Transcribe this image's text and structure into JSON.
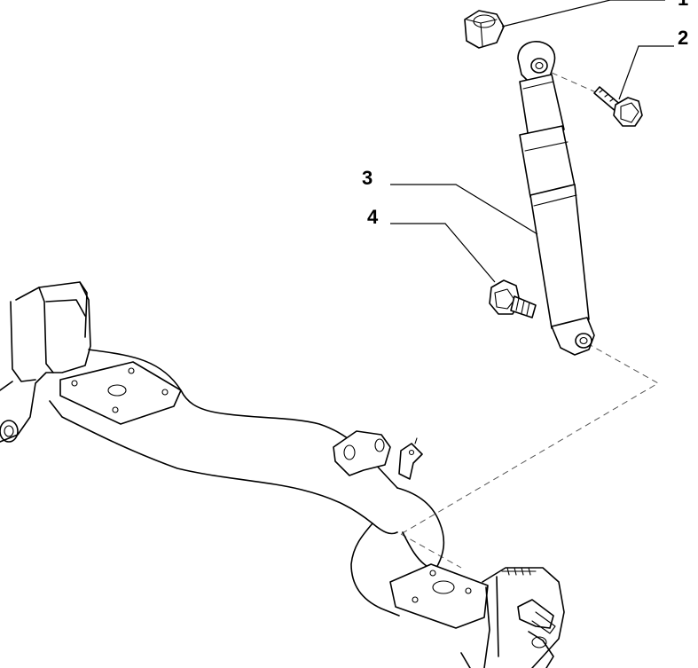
{
  "callouts": [
    {
      "id": "1",
      "label": "1",
      "part": "nut"
    },
    {
      "id": "2",
      "label": "2",
      "part": "upper-bolt"
    },
    {
      "id": "3",
      "label": "3",
      "part": "shock-absorber"
    },
    {
      "id": "4",
      "label": "4",
      "part": "lower-bolt"
    }
  ],
  "colors": {
    "line": "#000000",
    "background": "#ffffff",
    "dash": "#555555"
  }
}
